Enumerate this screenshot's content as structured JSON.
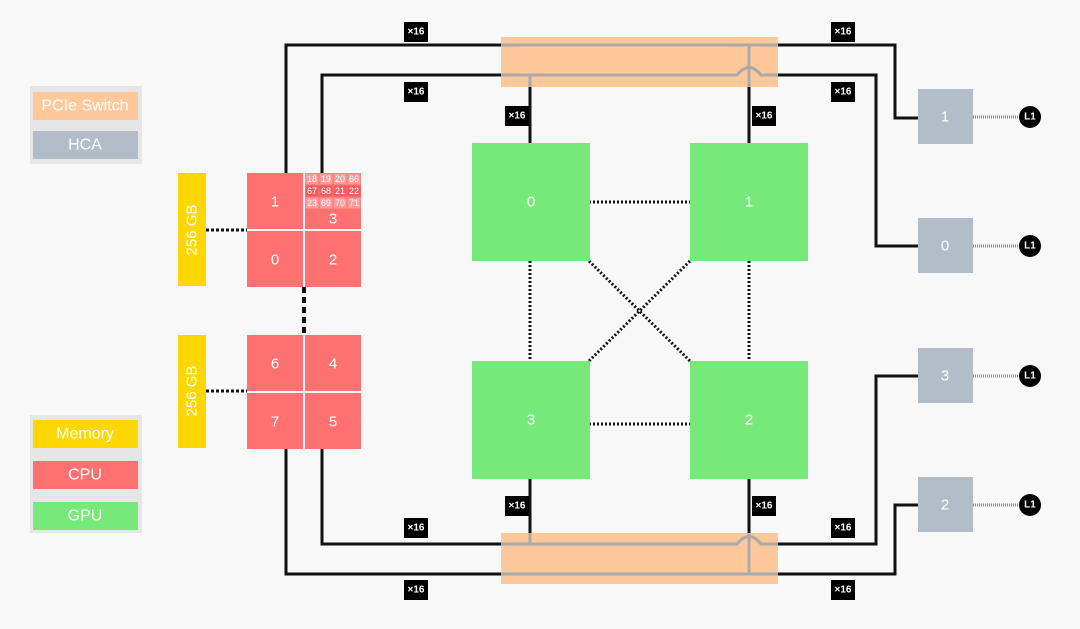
{
  "legend_top": [
    {
      "label": "PCIe Switch",
      "color": "#ffc89a"
    },
    {
      "label": "HCA",
      "color": "#b3bdc9"
    }
  ],
  "legend_bottom": [
    {
      "label": "Memory",
      "color": "#ffd700"
    },
    {
      "label": "CPU",
      "color": "#ff7070"
    },
    {
      "label": "GPU",
      "color": "#77e87a"
    }
  ],
  "memory": [
    {
      "label": "256 GB"
    },
    {
      "label": "256 GB"
    }
  ],
  "cpu_top": [
    "1",
    "3",
    "0",
    "2"
  ],
  "cpu_bottom": [
    "6",
    "4",
    "7",
    "5"
  ],
  "cores": [
    "18",
    "19",
    "20",
    "66",
    "67",
    "68",
    "21",
    "22",
    "23",
    "69",
    "70",
    "71"
  ],
  "gpus": [
    "0",
    "1",
    "3",
    "2"
  ],
  "hcas": [
    "1",
    "0",
    "3",
    "2"
  ],
  "link_label": "×16",
  "l1_label": "L1"
}
